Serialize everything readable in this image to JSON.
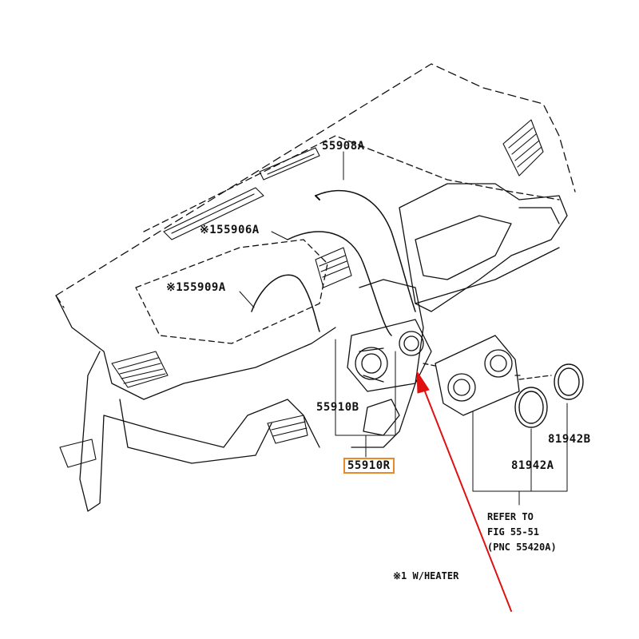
{
  "labels": {
    "p55908a": "55908A",
    "p55906a": "※155906A",
    "p55909a": "※155909A",
    "p55910b": "55910B",
    "p55910r": "55910R",
    "p81942b": "81942B",
    "p81942a": "81942A",
    "refer1": "REFER TO",
    "refer2": "FIG 55-51",
    "refer3": "(PNC 55420A)",
    "footnote": "※1 W/HEATER"
  },
  "colors": {
    "highlight_box": "#e8892c",
    "pointer_arrow": "#e01010",
    "line_art": "#111111"
  }
}
